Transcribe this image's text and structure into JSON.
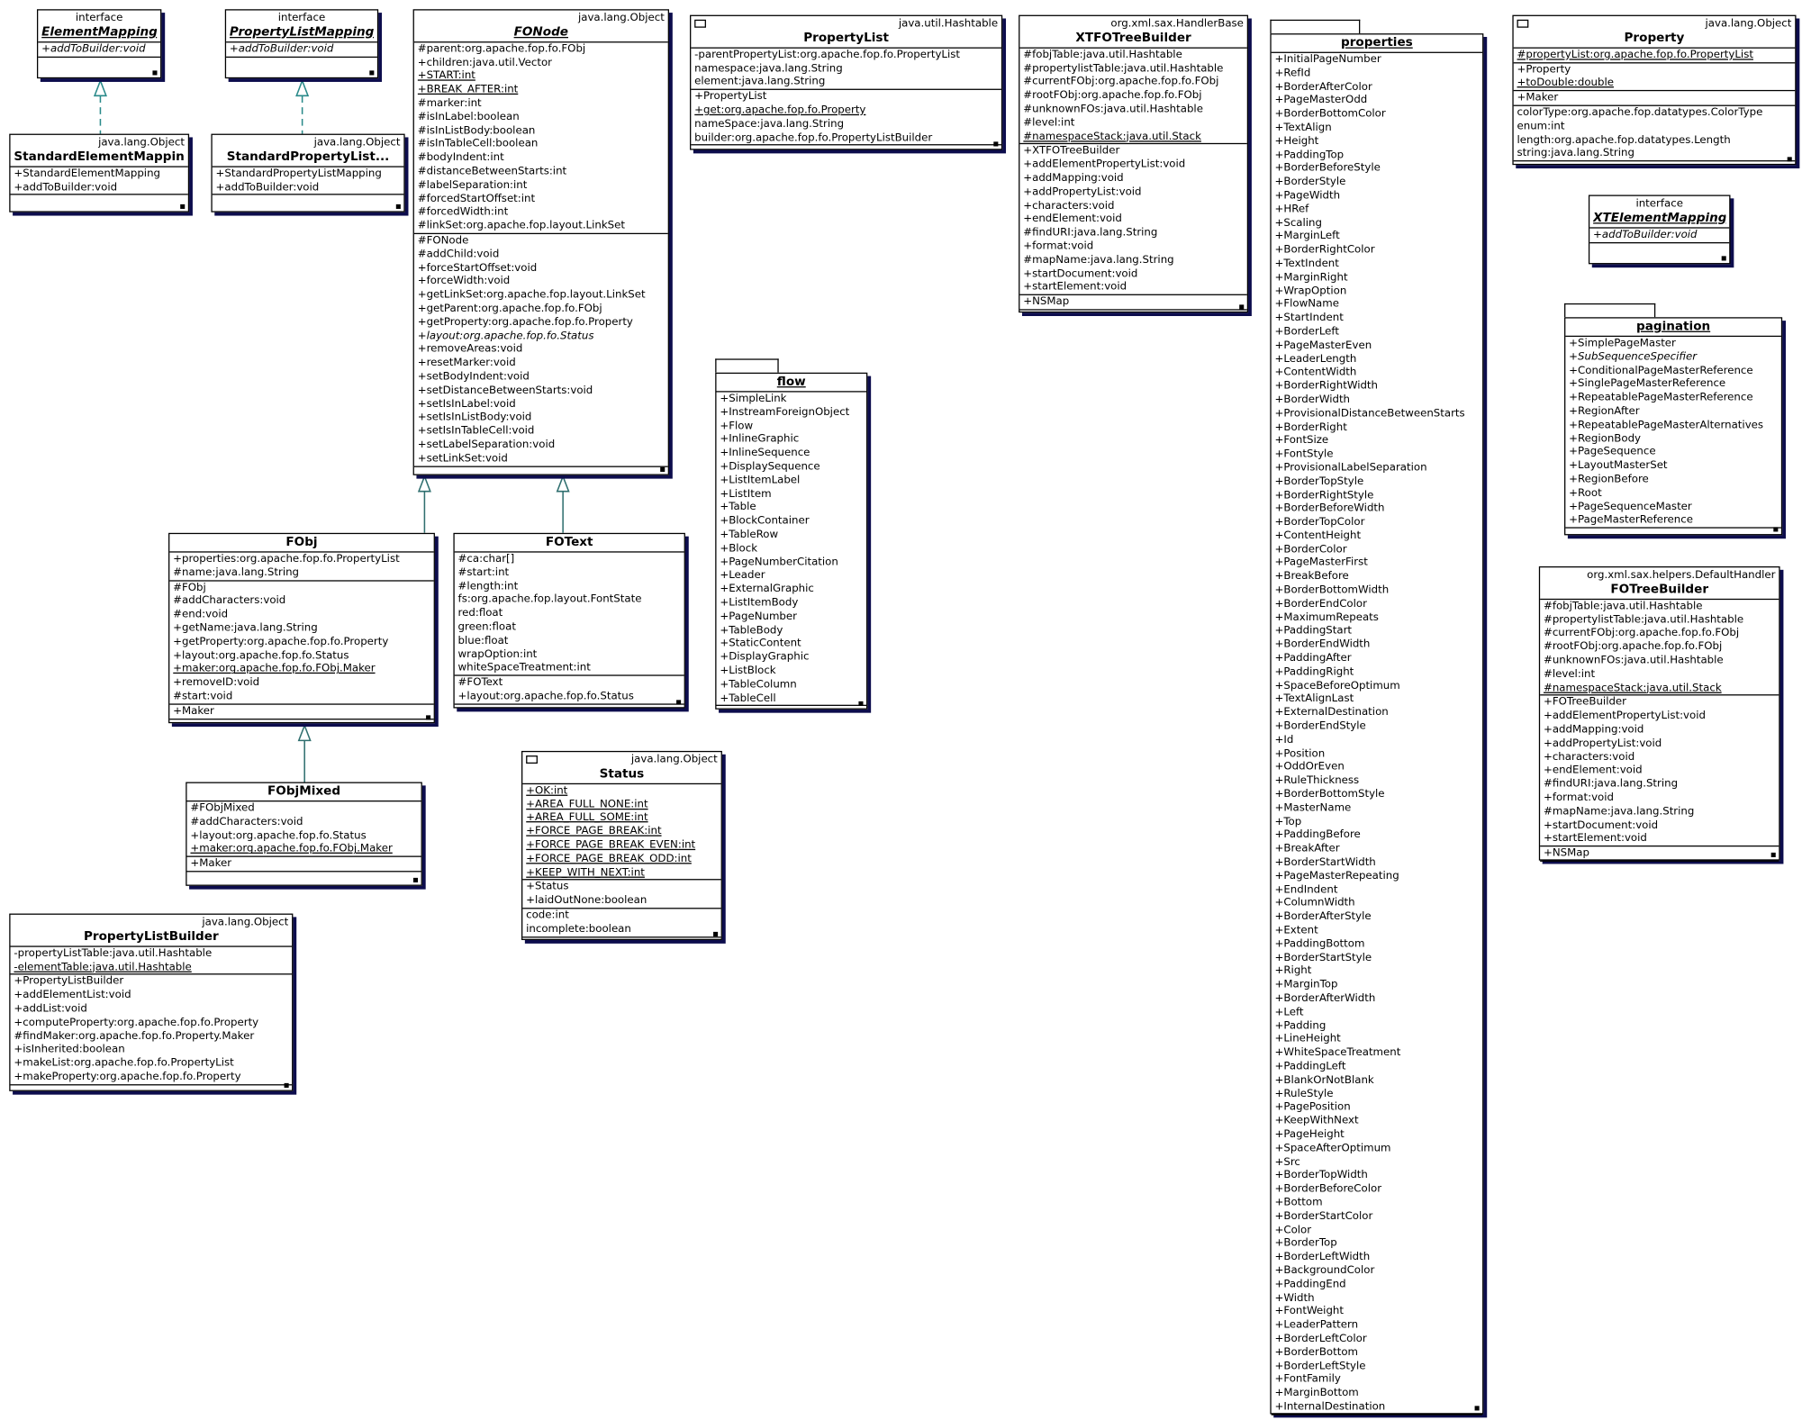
{
  "boxes": [
    {
      "id": "ElementMapping",
      "stereo": "interface",
      "name": "ElementMapping",
      "abstract": true,
      "sections": [
        [
          "i:+addToBuilder:void"
        ]
      ]
    },
    {
      "id": "PropertyListMapping",
      "stereo": "interface",
      "name": "PropertyListMapping",
      "abstract": true,
      "sections": [
        [
          "i:+addToBuilder:void"
        ]
      ]
    },
    {
      "id": "StandardElementMapping",
      "super": "java.lang.Object",
      "name": "StandardElementMapping",
      "sections": [
        [
          "+StandardElementMapping",
          "+addToBuilder:void"
        ]
      ]
    },
    {
      "id": "StandardPropertyListMapping",
      "super": "java.lang.Object",
      "name": "StandardPropertyList...",
      "sections": [
        [
          "+StandardPropertyListMapping",
          "+addToBuilder:void"
        ]
      ]
    },
    {
      "id": "FONode",
      "super": "java.lang.Object",
      "name": "FONode",
      "abstract": true,
      "sections": [
        [
          "#parent:org.apache.fop.fo.FObj",
          "+children:java.util.Vector",
          "u:+START:int",
          "u:+BREAK_AFTER:int",
          "#marker:int",
          "#isInLabel:boolean",
          "#isInListBody:boolean",
          "#isInTableCell:boolean",
          "#bodyIndent:int",
          "#distanceBetweenStarts:int",
          "#labelSeparation:int",
          "#forcedStartOffset:int",
          "#forcedWidth:int",
          "#linkSet:org.apache.fop.layout.LinkSet"
        ],
        [
          "#FONode",
          "#addChild:void",
          "+forceStartOffset:void",
          "+forceWidth:void",
          "+getLinkSet:org.apache.fop.layout.LinkSet",
          "+getParent:org.apache.fop.fo.FObj",
          "+getProperty:org.apache.fop.fo.Property",
          "i:+layout:org.apache.fop.fo.Status",
          "+removeAreas:void",
          "+resetMarker:void",
          "+setBodyIndent:void",
          "+setDistanceBetweenStarts:void",
          "+setIsInLabel:void",
          "+setIsInListBody:void",
          "+setIsInTableCell:void",
          "+setLabelSeparation:void",
          "+setLinkSet:void"
        ]
      ]
    },
    {
      "id": "FObj",
      "name": "FObj",
      "sections": [
        [
          "+properties:org.apache.fop.fo.PropertyList",
          "#name:java.lang.String"
        ],
        [
          "#FObj",
          "#addCharacters:void",
          "#end:void",
          "+getName:java.lang.String",
          "+getProperty:org.apache.fop.fo.Property",
          "+layout:org.apache.fop.fo.Status",
          "u:+maker:org.apache.fop.fo.FObj.Maker",
          "+removeID:void",
          "#start:void"
        ],
        [
          "+Maker"
        ]
      ]
    },
    {
      "id": "FOText",
      "name": "FOText",
      "sections": [
        [
          "#ca:char[]",
          "#start:int",
          "#length:int",
          "fs:org.apache.fop.layout.FontState",
          "red:float",
          "green:float",
          "blue:float",
          "wrapOption:int",
          "whiteSpaceTreatment:int"
        ],
        [
          "#FOText",
          "+layout:org.apache.fop.fo.Status"
        ]
      ]
    },
    {
      "id": "FObjMixed",
      "name": "FObjMixed",
      "sections": [
        [
          "#FObjMixed",
          "#addCharacters:void",
          "+layout:org.apache.fop.fo.Status",
          "u:+maker:org.apache.fop.fo.FObj.Maker"
        ],
        [
          "+Maker"
        ]
      ]
    },
    {
      "id": "PropertyListBuilder",
      "super": "java.lang.Object",
      "name": "PropertyListBuilder",
      "sections": [
        [
          "-propertyListTable:java.util.Hashtable",
          "u:-elementTable:java.util.Hashtable"
        ],
        [
          "+PropertyListBuilder",
          "+addElementList:void",
          "+addList:void",
          "+computeProperty:org.apache.fop.fo.Property",
          "#findMaker:org.apache.fop.fo.Property.Maker",
          "+isInherited:boolean",
          "+makeList:org.apache.fop.fo.PropertyList",
          "+makeProperty:org.apache.fop.fo.Property"
        ]
      ]
    },
    {
      "id": "PropertyList",
      "super": "java.util.Hashtable",
      "name": "PropertyList",
      "icon": true,
      "sections": [
        [
          "-parentPropertyList:org.apache.fop.fo.PropertyList",
          "namespace:java.lang.String",
          "element:java.lang.String"
        ],
        [
          "+PropertyList",
          "u:+get:org.apache.fop.fo.Property",
          " nameSpace:java.lang.String",
          " builder:org.apache.fop.fo.PropertyListBuilder"
        ]
      ]
    },
    {
      "id": "XTFOTreeBuilder",
      "super": "org.xml.sax.HandlerBase",
      "name": "XTFOTreeBuilder",
      "sections": [
        [
          "#fobjTable:java.util.Hashtable",
          "#propertylistTable:java.util.Hashtable",
          "#currentFObj:org.apache.fop.fo.FObj",
          "#rootFObj:org.apache.fop.fo.FObj",
          "#unknownFOs:java.util.Hashtable",
          "#level:int",
          "u:#namespaceStack:java.util.Stack"
        ],
        [
          "+XTFOTreeBuilder",
          "+addElementPropertyList:void",
          "+addMapping:void",
          "+addPropertyList:void",
          "+characters:void",
          "+endElement:void",
          "#findURI:java.lang.String",
          "+format:void",
          "#mapName:java.lang.String",
          "+startDocument:void",
          "+startElement:void"
        ],
        [
          "+NSMap"
        ]
      ]
    },
    {
      "id": "flow",
      "name": "flow",
      "package": true,
      "sections": [
        [
          "+SimpleLink",
          "+InstreamForeignObject",
          "+Flow",
          "+InlineGraphic",
          "+InlineSequence",
          "+DisplaySequence",
          "+ListItemLabel",
          "+ListItem",
          "+Table",
          "+BlockContainer",
          "+TableRow",
          "+Block",
          "+PageNumberCitation",
          "+Leader",
          "+ExternalGraphic",
          "+ListItemBody",
          "+PageNumber",
          "+TableBody",
          "+StaticContent",
          "+DisplayGraphic",
          "+ListBlock",
          "+TableColumn",
          "+TableCell"
        ]
      ]
    },
    {
      "id": "Status",
      "super": "java.lang.Object",
      "name": "Status",
      "icon": true,
      "sections": [
        [
          "u:+OK:int",
          "u:+AREA_FULL_NONE:int",
          "u:+AREA_FULL_SOME:int",
          "u:+FORCE_PAGE_BREAK:int",
          "u:+FORCE_PAGE_BREAK_EVEN:int",
          "u:+FORCE_PAGE_BREAK_ODD:int",
          "u:+KEEP_WITH_NEXT:int"
        ],
        [
          "+Status",
          "+laidOutNone:boolean"
        ],
        [
          " code:int",
          " incomplete:boolean"
        ]
      ]
    },
    {
      "id": "properties",
      "name": "properties",
      "package": true,
      "sections": [
        [
          "+InitialPageNumber",
          "+RefId",
          "+BorderAfterColor",
          "+PageMasterOdd",
          "+BorderBottomColor",
          "+TextAlign",
          "+Height",
          "+PaddingTop",
          "+BorderBeforeStyle",
          "+BorderStyle",
          "+PageWidth",
          "+HRef",
          "+Scaling",
          "+MarginLeft",
          "+BorderRightColor",
          "+TextIndent",
          "+MarginRight",
          "+WrapOption",
          "+FlowName",
          "+StartIndent",
          "+BorderLeft",
          "+PageMasterEven",
          "+LeaderLength",
          "+ContentWidth",
          "+BorderRightWidth",
          "+BorderWidth",
          "+ProvisionalDistanceBetweenStarts",
          "+BorderRight",
          "+FontSize",
          "+FontStyle",
          "+ProvisionalLabelSeparation",
          "+BorderTopStyle",
          "+BorderRightStyle",
          "+BorderBeforeWidth",
          "+BorderTopColor",
          "+ContentHeight",
          "+BorderColor",
          "+PageMasterFirst",
          "+BreakBefore",
          "+BorderBottomWidth",
          "+BorderEndColor",
          "+MaximumRepeats",
          "+PaddingStart",
          "+BorderEndWidth",
          "+PaddingAfter",
          "+PaddingRight",
          "+SpaceBeforeOptimum",
          "+TextAlignLast",
          "+ExternalDestination",
          "+BorderEndStyle",
          "+Id",
          "+Position",
          "+OddOrEven",
          "+RuleThickness",
          "+BorderBottomStyle",
          "+MasterName",
          "+Top",
          "+PaddingBefore",
          "+BreakAfter",
          "+BorderStartWidth",
          "+PageMasterRepeating",
          "+EndIndent",
          "+ColumnWidth",
          "+BorderAfterStyle",
          "+Extent",
          "+PaddingBottom",
          "+BorderStartStyle",
          "+Right",
          "+MarginTop",
          "+BorderAfterWidth",
          "+Left",
          "+Padding",
          "+LineHeight",
          "+WhiteSpaceTreatment",
          "+PaddingLeft",
          "+BlankOrNotBlank",
          "+RuleStyle",
          "+PagePosition",
          "+KeepWithNext",
          "+PageHeight",
          "+SpaceAfterOptimum",
          "+Src",
          "+BorderTopWidth",
          "+BorderBeforeColor",
          "+Bottom",
          "+BorderStartColor",
          "+Color",
          "+BorderTop",
          "+BorderLeftWidth",
          "+BackgroundColor",
          "+PaddingEnd",
          "+Width",
          "+FontWeight",
          "+LeaderPattern",
          "+BorderLeftColor",
          "+BorderBottom",
          "+BorderLeftStyle",
          "+FontFamily",
          "+MarginBottom",
          "+InternalDestination"
        ]
      ]
    },
    {
      "id": "Property",
      "super": "java.lang.Object",
      "name": "Property",
      "icon": true,
      "sections": [
        [
          "u:#propertyList:org.apache.fop.fo.PropertyList"
        ],
        [
          "+Property",
          "u:+toDouble:double"
        ],
        [
          "+Maker"
        ],
        [
          " colorType:org.apache.fop.datatypes.ColorType",
          " enum:int",
          " length:org.apache.fop.datatypes.Length",
          " string:java.lang.String"
        ]
      ]
    },
    {
      "id": "XTElementMapping",
      "stereo": "interface",
      "name": "XTElementMapping",
      "abstract": true,
      "sections": [
        [
          "i:+addToBuilder:void"
        ]
      ]
    },
    {
      "id": "pagination",
      "name": "pagination",
      "package": true,
      "sections": [
        [
          "+SimplePageMaster",
          "i:+SubSequenceSpecifier",
          "+ConditionalPageMasterReference",
          "+SinglePageMasterReference",
          "+RepeatablePageMasterReference",
          "+RegionAfter",
          "+RepeatablePageMasterAlternatives",
          "+RegionBody",
          "+PageSequence",
          "+LayoutMasterSet",
          "+RegionBefore",
          "+Root",
          "+PageSequenceMaster",
          "+PageMasterReference"
        ]
      ]
    },
    {
      "id": "FOTreeBuilder",
      "super": "org.xml.sax.helpers.DefaultHandler",
      "name": "FOTreeBuilder",
      "sections": [
        [
          "#fobjTable:java.util.Hashtable",
          "#propertylistTable:java.util.Hashtable",
          "#currentFObj:org.apache.fop.fo.FObj",
          "#rootFObj:org.apache.fop.fo.FObj",
          "#unknownFOs:java.util.Hashtable",
          "#level:int",
          "u:#namespaceStack:java.util.Stack"
        ],
        [
          "+FOTreeBuilder",
          "+addElementPropertyList:void",
          "+addMapping:void",
          "+addPropertyList:void",
          "+characters:void",
          "+endElement:void",
          "#findURI:java.lang.String",
          "+format:void",
          "#mapName:java.lang.String",
          "+startDocument:void",
          "+startElement:void"
        ],
        [
          "+NSMap"
        ]
      ]
    }
  ],
  "colors": {
    "shadow": "#0d0d4d",
    "line": "#2f6f6f",
    "dashed": "#2a8a8a"
  }
}
